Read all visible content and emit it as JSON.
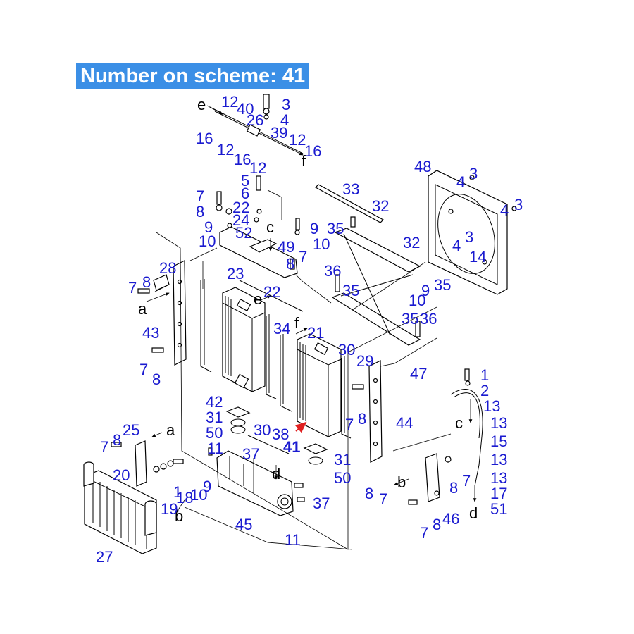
{
  "banner": {
    "text": "Number on scheme: 41"
  },
  "callouts": [
    {
      "id": "c1",
      "text": "12"
    },
    {
      "id": "c2",
      "text": "40"
    },
    {
      "id": "c3",
      "text": "3"
    },
    {
      "id": "c4",
      "text": "4"
    },
    {
      "id": "c5",
      "text": "26"
    },
    {
      "id": "c6",
      "text": "39"
    },
    {
      "id": "c7",
      "text": "12"
    },
    {
      "id": "c8",
      "text": "16"
    },
    {
      "id": "c9",
      "text": "12"
    },
    {
      "id": "c10",
      "text": "16"
    },
    {
      "id": "c11",
      "text": "16"
    },
    {
      "id": "c12",
      "text": "12"
    },
    {
      "id": "c13",
      "text": "5"
    },
    {
      "id": "c14",
      "text": "6"
    },
    {
      "id": "c15",
      "text": "7"
    },
    {
      "id": "c16",
      "text": "8"
    },
    {
      "id": "c17",
      "text": "22"
    },
    {
      "id": "c18",
      "text": "24"
    },
    {
      "id": "c19",
      "text": "9"
    },
    {
      "id": "c20",
      "text": "52"
    },
    {
      "id": "c21",
      "text": "10"
    },
    {
      "id": "c22",
      "text": "9"
    },
    {
      "id": "c23",
      "text": "35"
    },
    {
      "id": "c24",
      "text": "10"
    },
    {
      "id": "c25",
      "text": "49"
    },
    {
      "id": "c26",
      "text": "8"
    },
    {
      "id": "c27",
      "text": "7"
    },
    {
      "id": "c28",
      "text": "33"
    },
    {
      "id": "c29",
      "text": "32"
    },
    {
      "id": "c30",
      "text": "48"
    },
    {
      "id": "c31",
      "text": "4"
    },
    {
      "id": "c32",
      "text": "3"
    },
    {
      "id": "c33",
      "text": "4"
    },
    {
      "id": "c34",
      "text": "3"
    },
    {
      "id": "c35",
      "text": "3"
    },
    {
      "id": "c36",
      "text": "4"
    },
    {
      "id": "c37",
      "text": "14"
    },
    {
      "id": "c38",
      "text": "32"
    },
    {
      "id": "c39",
      "text": "10"
    },
    {
      "id": "c40",
      "text": "9"
    },
    {
      "id": "c41",
      "text": "35"
    },
    {
      "id": "c42",
      "text": "36"
    },
    {
      "id": "c43",
      "text": "35"
    },
    {
      "id": "c44",
      "text": "35"
    },
    {
      "id": "c45",
      "text": "36"
    },
    {
      "id": "c46",
      "text": "8"
    },
    {
      "id": "c47",
      "text": "28"
    },
    {
      "id": "c48",
      "text": "7"
    },
    {
      "id": "c49",
      "text": "23"
    },
    {
      "id": "c50",
      "text": "22"
    },
    {
      "id": "c51",
      "text": "43"
    },
    {
      "id": "c52",
      "text": "7"
    },
    {
      "id": "c53",
      "text": "8"
    },
    {
      "id": "c54",
      "text": "34"
    },
    {
      "id": "c55",
      "text": "21"
    },
    {
      "id": "c56",
      "text": "30"
    },
    {
      "id": "c57",
      "text": "29"
    },
    {
      "id": "c58",
      "text": "47"
    },
    {
      "id": "c59",
      "text": "1"
    },
    {
      "id": "c60",
      "text": "2"
    },
    {
      "id": "c61",
      "text": "13"
    },
    {
      "id": "c62",
      "text": "13"
    },
    {
      "id": "c63",
      "text": "15"
    },
    {
      "id": "c64",
      "text": "13"
    },
    {
      "id": "c65",
      "text": "13"
    },
    {
      "id": "c66",
      "text": "17"
    },
    {
      "id": "c67",
      "text": "51"
    },
    {
      "id": "c68",
      "text": "42"
    },
    {
      "id": "c69",
      "text": "31"
    },
    {
      "id": "c70",
      "text": "50"
    },
    {
      "id": "c71",
      "text": "11"
    },
    {
      "id": "c72",
      "text": "30"
    },
    {
      "id": "c73",
      "text": "38"
    },
    {
      "id": "c74",
      "text": "37"
    },
    {
      "id": "c75",
      "text": "41",
      "highlight": true
    },
    {
      "id": "c76",
      "text": "7"
    },
    {
      "id": "c77",
      "text": "8"
    },
    {
      "id": "c78",
      "text": "44"
    },
    {
      "id": "c79",
      "text": "31"
    },
    {
      "id": "c80",
      "text": "50"
    },
    {
      "id": "c81",
      "text": "7"
    },
    {
      "id": "c82",
      "text": "8"
    },
    {
      "id": "c83",
      "text": "25"
    },
    {
      "id": "c84",
      "text": "20"
    },
    {
      "id": "c85",
      "text": "19"
    },
    {
      "id": "c86",
      "text": "18"
    },
    {
      "id": "c87",
      "text": "10"
    },
    {
      "id": "c88",
      "text": "9"
    },
    {
      "id": "c89",
      "text": "1"
    },
    {
      "id": "c90",
      "text": "37"
    },
    {
      "id": "c91",
      "text": "45"
    },
    {
      "id": "c92",
      "text": "11"
    },
    {
      "id": "c93",
      "text": "8"
    },
    {
      "id": "c94",
      "text": "7"
    },
    {
      "id": "c95",
      "text": "8"
    },
    {
      "id": "c96",
      "text": "7"
    },
    {
      "id": "c97",
      "text": "7"
    },
    {
      "id": "c98",
      "text": "8"
    },
    {
      "id": "c99",
      "text": "46"
    },
    {
      "id": "c100",
      "text": "27"
    }
  ],
  "refs": [
    {
      "id": "r1",
      "text": "e"
    },
    {
      "id": "r2",
      "text": "f"
    },
    {
      "id": "r3",
      "text": "c"
    },
    {
      "id": "r4",
      "text": "a"
    },
    {
      "id": "r5",
      "text": "e"
    },
    {
      "id": "r6",
      "text": "f"
    },
    {
      "id": "r7",
      "text": "c"
    },
    {
      "id": "r8",
      "text": "a"
    },
    {
      "id": "r9",
      "text": "d"
    },
    {
      "id": "r10",
      "text": "b"
    },
    {
      "id": "r11",
      "text": "b"
    },
    {
      "id": "r12",
      "text": "d"
    }
  ],
  "colors": {
    "banner_bg": "#3b8fe6",
    "banner_text": "#ffffff",
    "callout": "#1a1ad0",
    "highlight_arrow": "#e02020",
    "line": "#000000"
  }
}
